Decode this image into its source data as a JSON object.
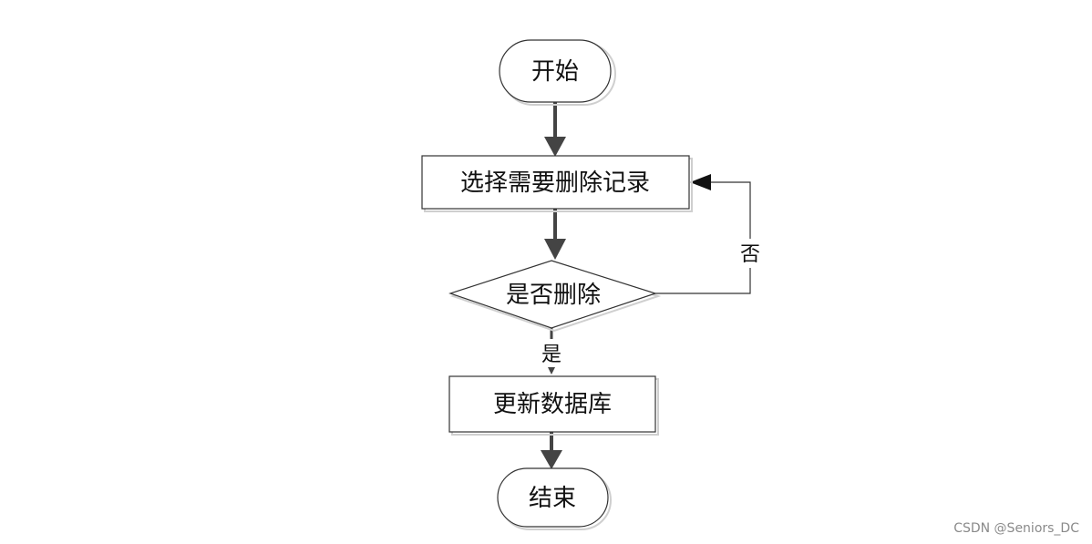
{
  "diagram": {
    "nodes": [
      {
        "id": "start",
        "shape": "terminator",
        "label": "开始"
      },
      {
        "id": "select",
        "shape": "process",
        "label": "选择需要删除记录"
      },
      {
        "id": "decide",
        "shape": "decision",
        "label": "是否删除"
      },
      {
        "id": "update",
        "shape": "process",
        "label": "更新数据库"
      },
      {
        "id": "end",
        "shape": "terminator",
        "label": "结束"
      }
    ],
    "edges": [
      {
        "from": "start",
        "to": "select",
        "label": ""
      },
      {
        "from": "select",
        "to": "decide",
        "label": ""
      },
      {
        "from": "decide",
        "to": "update",
        "label": "是"
      },
      {
        "from": "decide",
        "to": "select",
        "label": "否"
      },
      {
        "from": "update",
        "to": "end",
        "label": ""
      }
    ]
  },
  "watermark": "CSDN @Seniors_DC",
  "colors": {
    "stroke": "#333333",
    "shadow": "#cfcfcf",
    "connector": "#444444"
  }
}
